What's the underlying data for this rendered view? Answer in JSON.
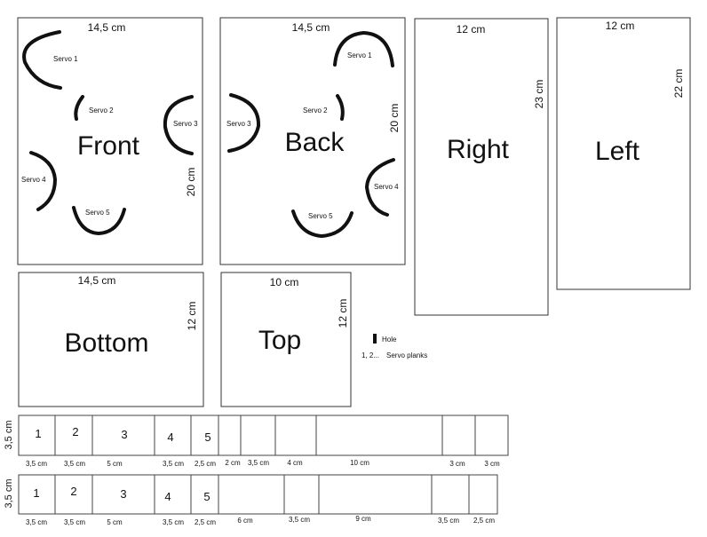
{
  "panels": {
    "front": {
      "name": "Front",
      "width": "14,5 cm",
      "height": "20 cm"
    },
    "back": {
      "name": "Back",
      "width": "14,5 cm",
      "height": "20 cm"
    },
    "right": {
      "name": "Right",
      "width": "12 cm",
      "height": "23 cm"
    },
    "left": {
      "name": "Left",
      "width": "12 cm",
      "height": "22 cm"
    },
    "bottom": {
      "name": "Bottom",
      "width": "14,5 cm",
      "height": "12 cm"
    },
    "top": {
      "name": "Top",
      "width": "10 cm",
      "height": "12 cm"
    }
  },
  "servos": {
    "s1": "Servo 1",
    "s2": "Servo 2",
    "s3": "Servo 3",
    "s4": "Servo 4",
    "s5": "Servo 5"
  },
  "legend": {
    "hole": "Hole",
    "planks_key": "1, 2...",
    "planks_label": "Servo planks"
  },
  "strips": {
    "height": "3,5 cm",
    "row1": {
      "numbers": [
        "1",
        "2",
        "3",
        "4",
        "5"
      ],
      "widths": [
        "3,5 cm",
        "3,5 cm",
        "5 cm",
        "3,5 cm",
        "2,5 cm",
        "2 cm",
        "3,5 cm",
        "4 cm",
        "10 cm",
        "3 cm",
        "3 cm"
      ]
    },
    "row2": {
      "numbers": [
        "1",
        "2",
        "3",
        "4",
        "5"
      ],
      "widths": [
        "3,5 cm",
        "3,5 cm",
        "5 cm",
        "3,5 cm",
        "2,5 cm",
        "6 cm",
        "3,5 cm",
        "9 cm",
        "3,5 cm",
        "2,5 cm"
      ]
    }
  }
}
